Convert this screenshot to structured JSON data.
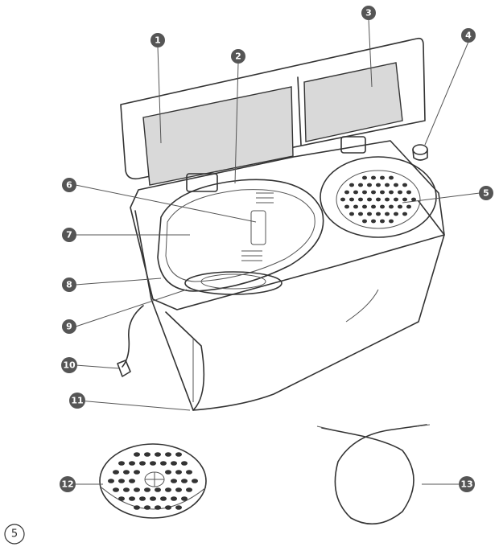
{
  "diagram": {
    "callouts": [
      "1",
      "2",
      "3",
      "4",
      "5",
      "6",
      "7",
      "8",
      "9",
      "10",
      "11",
      "12",
      "13"
    ],
    "page_number": "5",
    "colors": {
      "line": "#333333",
      "badge": "#555555",
      "glass": "#d9d9d9",
      "background": "#ffffff"
    }
  }
}
